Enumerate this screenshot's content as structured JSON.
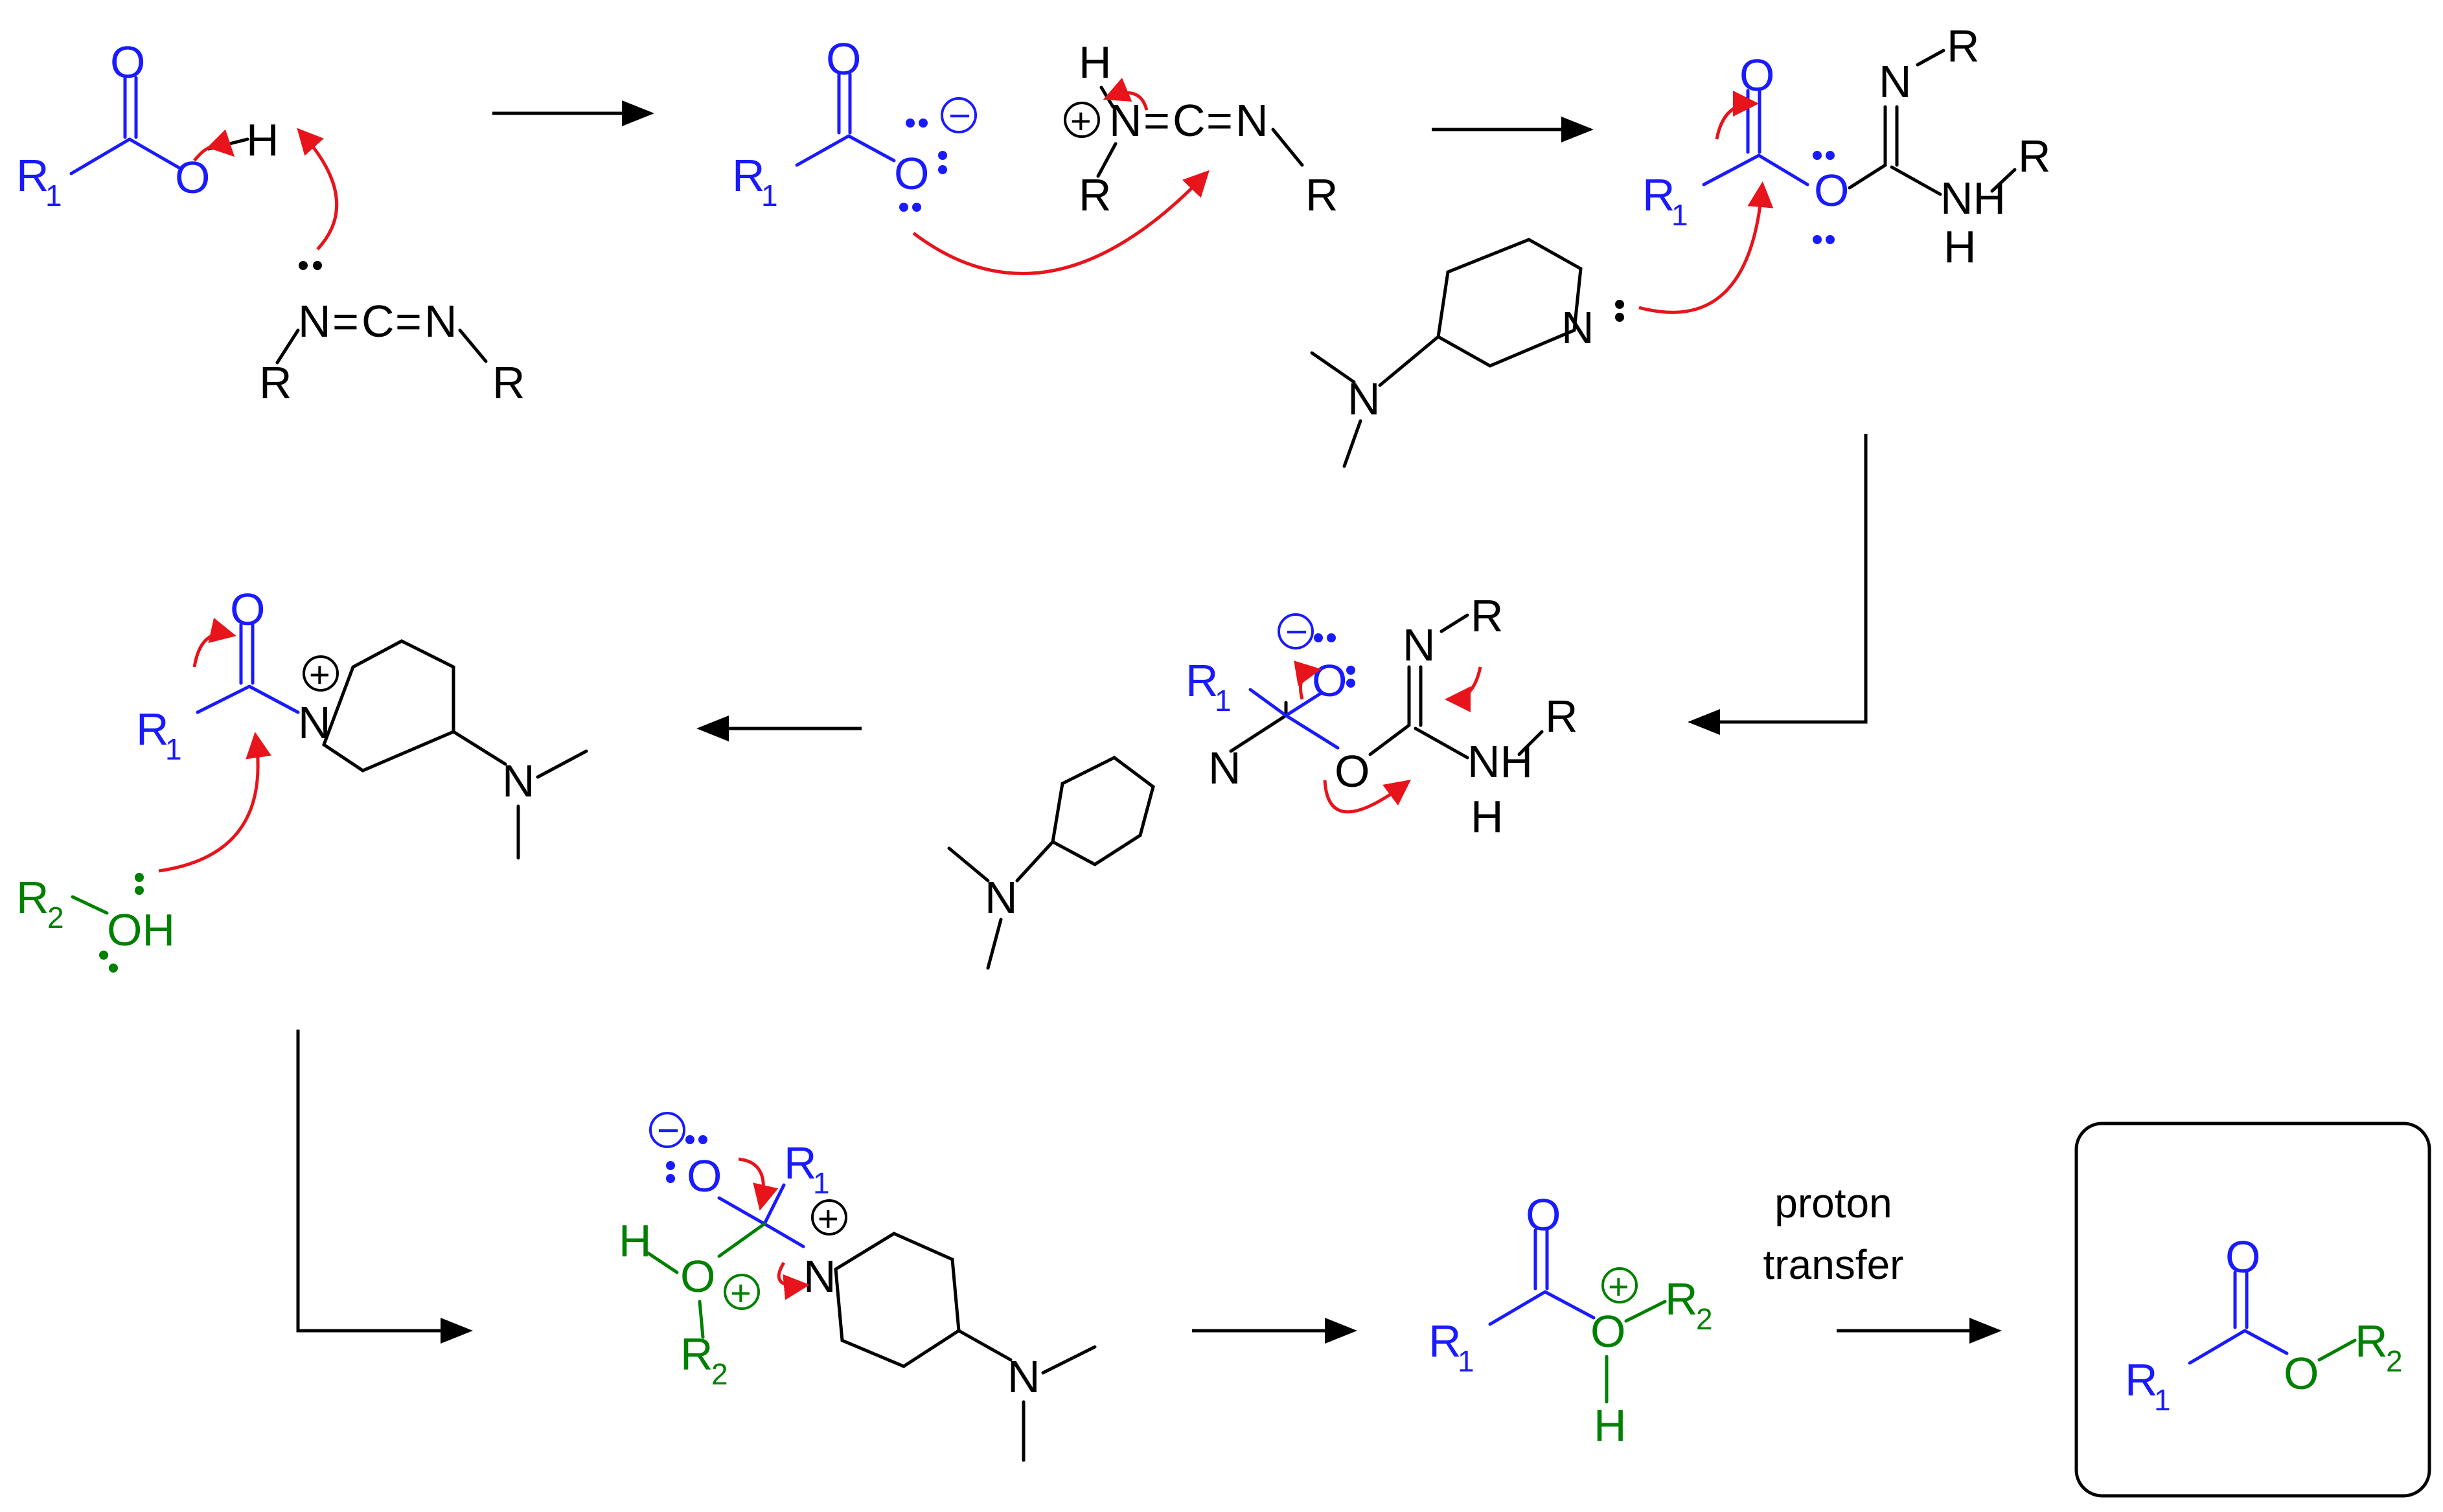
{
  "labels": {
    "r1": "R",
    "r2": "R",
    "sub1": "1",
    "sub2": "2",
    "o": "O",
    "oh": "OH",
    "h": "H",
    "n": "N",
    "c": "C",
    "r": "R",
    "nh": "NH",
    "eq": "=",
    "plus": "+",
    "minus": "−",
    "proton": "proton",
    "transfer": "transfer"
  },
  "colors": {
    "acyl": "#1a1aff",
    "alcohol": "#008000",
    "reagent": "#000000",
    "electron_arrow": "#e8141c",
    "reaction_arrow": "#000000"
  }
}
